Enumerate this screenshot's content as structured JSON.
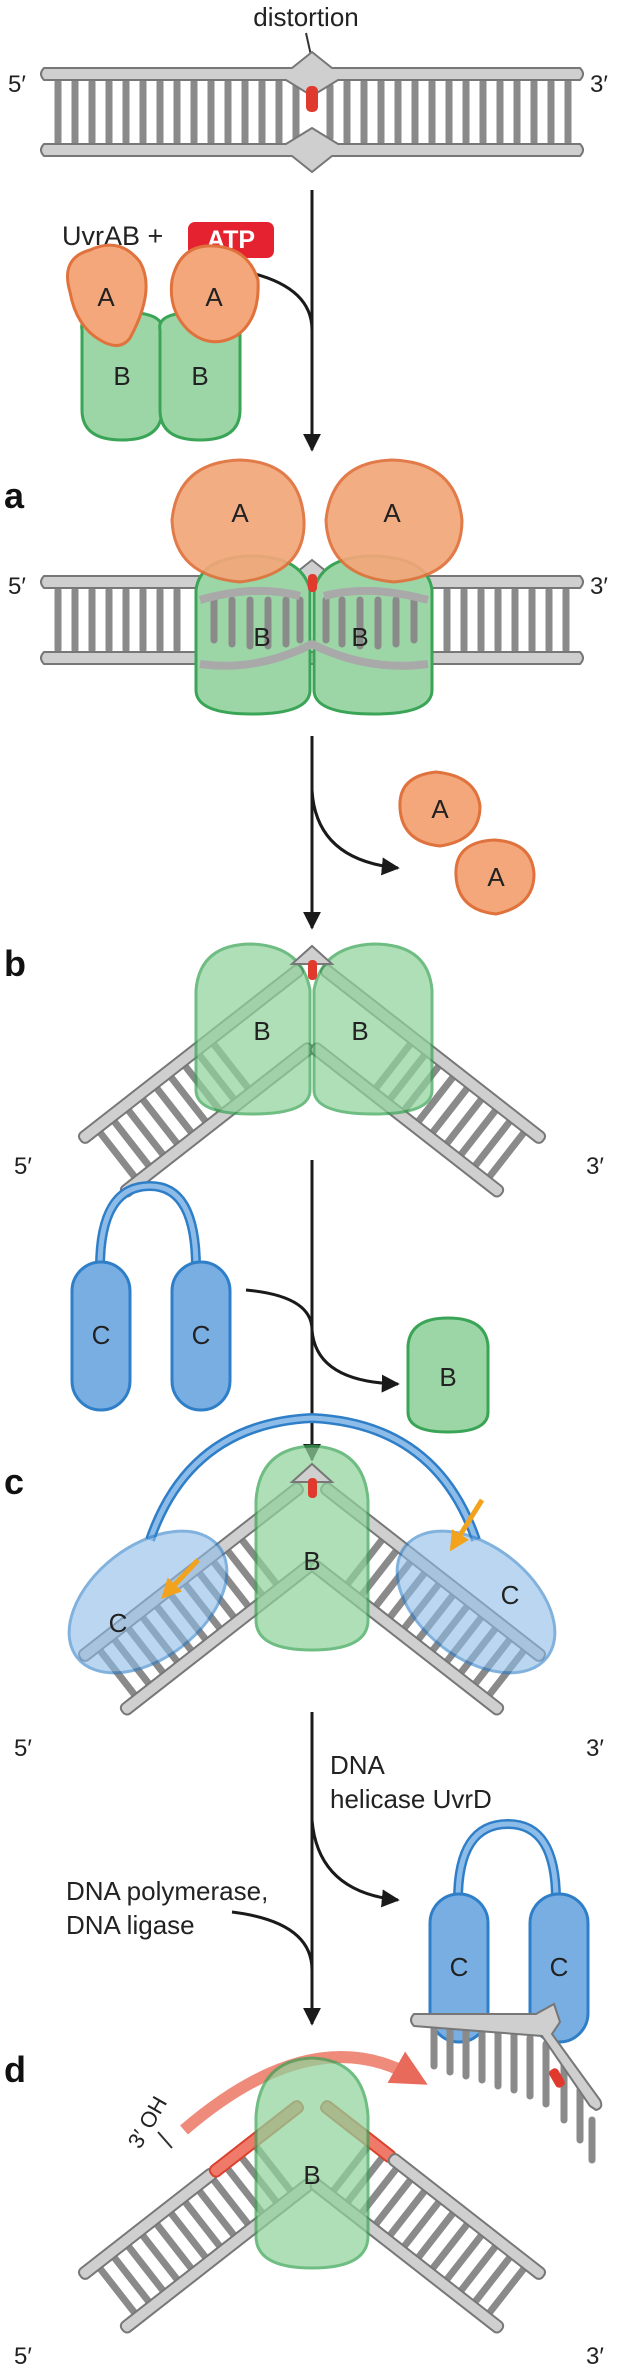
{
  "labels": {
    "distortion": "distortion",
    "end5": "5′",
    "end3": "3′",
    "uvrab": "UvrAB +",
    "atp": "ATP",
    "helicase_line1": "DNA",
    "helicase_line2": "helicase UvrD",
    "polymerase_line1": "DNA polymerase,",
    "polymerase_line2": "DNA ligase",
    "oh": "3′ OH"
  },
  "proteins": {
    "A": "A",
    "B": "B",
    "C": "C"
  },
  "panels": [
    "a",
    "b",
    "c",
    "d"
  ],
  "colors": {
    "uvrA": "#f3a77a",
    "uvrB": "#9dd6a6",
    "uvrC": "#79aee3",
    "dna": "#cfcfcf",
    "lesion": "#e03a2f",
    "atp_badge": "#e52330",
    "incision_arrow": "#f2a21b"
  }
}
